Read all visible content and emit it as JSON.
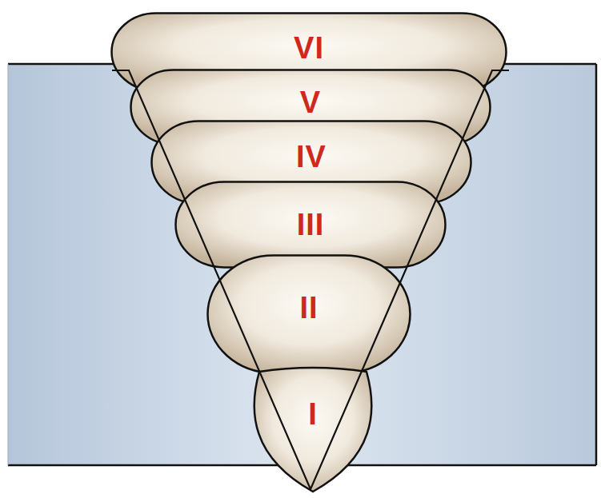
{
  "diagram": {
    "nodes": [
      {
        "text": [
          "VI"
        ]
      },
      {
        "text": [
          "V"
        ]
      },
      {
        "text": [
          "IV"
        ]
      },
      {
        "text": [
          "III"
        ]
      },
      {
        "text": [
          "II"
        ]
      },
      {
        "text": [
          "I"
        ]
      }
    ]
  }
}
